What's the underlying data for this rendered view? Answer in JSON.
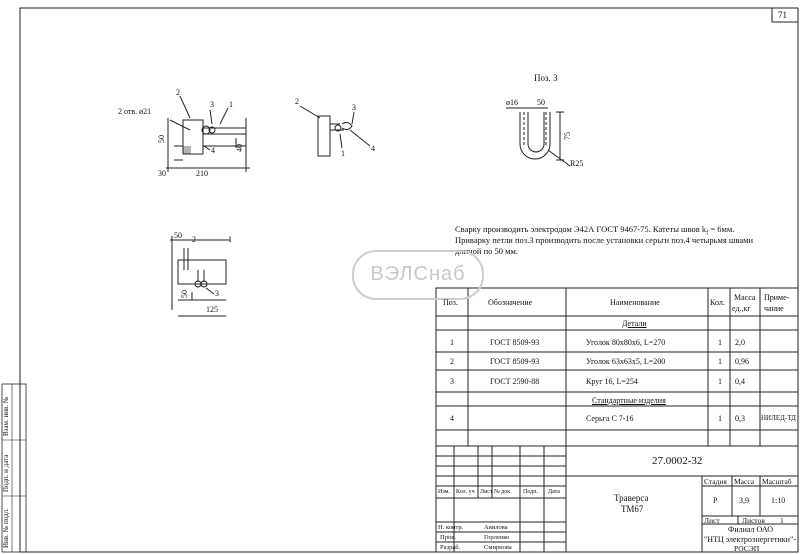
{
  "sheet": {
    "number": "71"
  },
  "drawings": {
    "view1": {
      "callouts": [
        "2",
        "3",
        "1",
        "4"
      ],
      "hole_label": "2 отв. ø21",
      "dims": [
        "50",
        "40",
        "30",
        "210"
      ]
    },
    "view2": {
      "callouts": [
        "2",
        "3",
        "1",
        "4"
      ]
    },
    "view3": {
      "callouts": [
        "50",
        "2",
        "1",
        "3"
      ],
      "dims": [
        "50",
        "125"
      ]
    },
    "pos3": {
      "title": "Поз. 3",
      "dims": [
        "ø16",
        "50",
        "75",
        "R25"
      ]
    }
  },
  "notes": [
    "Сварку производить электродом Э42А ГОСТ 9467-75.  Катеты швов k",
    "Приварку петли поз.3 производить после установки серьги поз.4 четырьмя швами",
    "длиной по 50 мм."
  ],
  "note_weld": {
    "sub": "f",
    "rest": " = 6мм."
  },
  "watermark": "ВЭЛСнаб",
  "spec": {
    "headers": {
      "pos": "Поз.",
      "designation": "Обозначение",
      "name": "Наименование",
      "qty": "Кол.",
      "mass1": "Масса",
      "mass2": "ед.,кг",
      "note1": "Приме-",
      "note2": "чание"
    },
    "section_details": "Детали",
    "section_std": "Стандартные изделия",
    "rows": [
      {
        "pos": "1",
        "designation": "ГОСТ 8509-93",
        "name": "Уголок 80х80х6, L=270",
        "qty": "1",
        "mass": "2,0",
        "note": ""
      },
      {
        "pos": "2",
        "designation": "ГОСТ 8509-93",
        "name": "Уголок 63х63х5,  L=200",
        "qty": "1",
        "mass": "0,96",
        "note": ""
      },
      {
        "pos": "3",
        "designation": "ГОСТ 2590-88",
        "name": "Круг 16, L=254",
        "qty": "1",
        "mass": "0,4",
        "note": ""
      },
      {
        "pos": "4",
        "designation": "",
        "name": "Серьга С 7-16",
        "qty": "1",
        "mass": "0,3",
        "note": "НИЛЕД-ТД"
      }
    ]
  },
  "title_block": {
    "code": "27.0002-32",
    "title_line1": "Траверса",
    "title_line2": "ТМ67",
    "stage_label": "Стадия",
    "mass_label": "Масса",
    "scale_label": "Масштаб",
    "stage": "Р",
    "mass": "3,9",
    "scale": "1:10",
    "sheet_label": "Лист",
    "sheets_label": "Листов",
    "sheets": "1",
    "org_line1": "Филиал ОАО",
    "org_line2": "\"НТЦ электроэнергетики\"-",
    "org_line3": "РОСЭП",
    "col_heads": [
      "Изм.",
      "Кол. уч",
      "Лист",
      "№ док.",
      "Подп.",
      "Дата"
    ],
    "signers": [
      {
        "role": "Н. контр.",
        "name": "Авилова"
      },
      {
        "role": "Пров.",
        "name": "Горленко"
      },
      {
        "role": "Разраб.",
        "name": "Смирнова"
      }
    ]
  },
  "side_stamp": [
    "Инв. № подл.",
    "Подп. и дата",
    "Взам. инв. №"
  ]
}
